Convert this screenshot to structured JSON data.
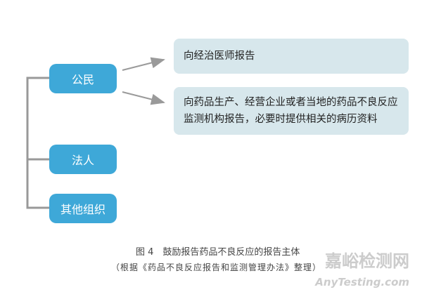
{
  "nodes": {
    "citizen": "公民",
    "legal_person": "法人",
    "other_org": "其他组织"
  },
  "targets": [
    "向经治医师报告",
    "向药品生产、经营企业或者当地的药品不良反应监测机构报告，必要时提供相关的病历资料"
  ],
  "caption": {
    "title": "图 4　鼓励报告药品不良反应的报告主体",
    "source": "（根据《药品不良反应报告和监测管理办法》整理）"
  },
  "watermark": {
    "cn": "嘉峪检测网",
    "en": "AnyTesting.com"
  },
  "colors": {
    "node": "#3ea8d8",
    "target": "#d7e7ec",
    "line": "#999999"
  }
}
